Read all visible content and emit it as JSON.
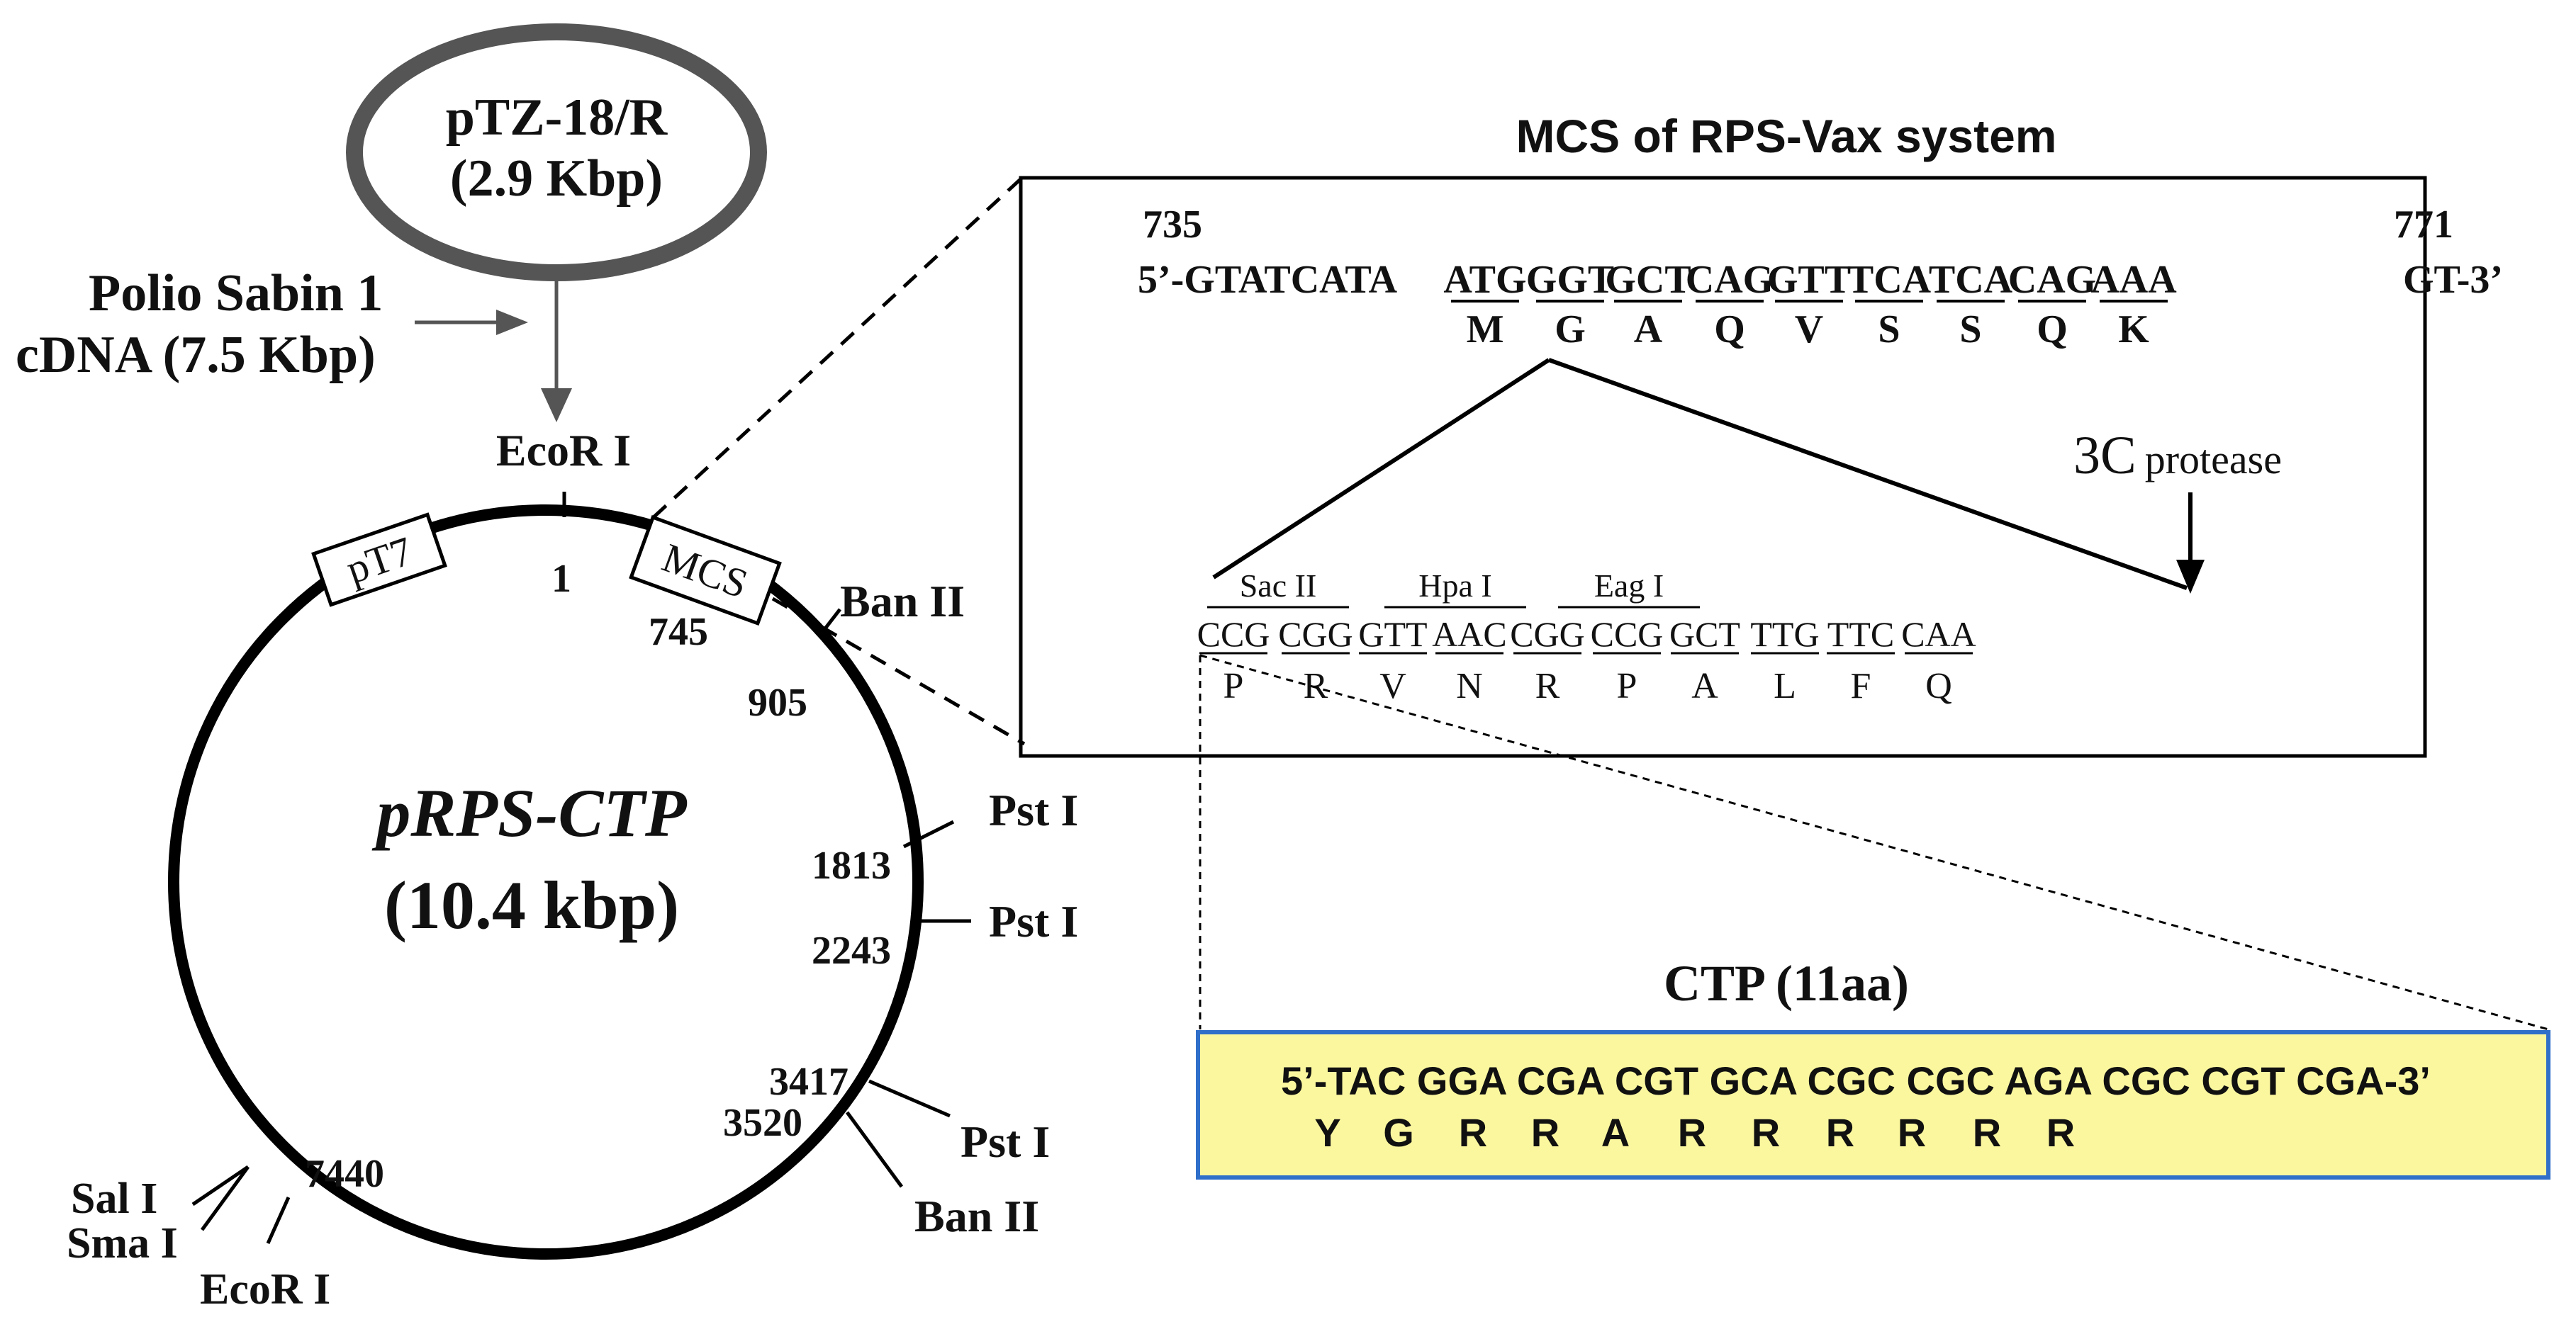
{
  "source_plasmid": {
    "name": "pTZ-18/R",
    "size": "(2.9 Kbp)"
  },
  "insert": {
    "line1": "Polio Sabin 1",
    "line2": "cDNA (7.5 Kbp)"
  },
  "plasmid": {
    "name": "pRPS-CTP",
    "size": "(10.4 kbp)"
  },
  "features": {
    "pT7": "pT7",
    "MCS": "MCS"
  },
  "sites": {
    "ecori_top": "EcoR I",
    "ori": "1",
    "pos745": "745",
    "banii_1": "Ban II",
    "pos905": "905",
    "psti_1": "Pst I",
    "pos1813": "1813",
    "psti_2": "Pst I",
    "pos2243": "2243",
    "pos3417": "3417",
    "pos3520": "3520",
    "psti_3": "Pst I",
    "banii_2": "Ban II",
    "pos7440": "7440",
    "sali": "Sal I",
    "smai": "Sma I",
    "ecori_bottom": "EcoR I"
  },
  "mcs_panel": {
    "title": "MCS of RPS-Vax system",
    "start_pos": "735",
    "end_pos": "771",
    "prefix": "5’-GTATCATA",
    "codons": [
      "ATG",
      "GGT",
      "GCT",
      "CAG",
      "GTT",
      "TCA",
      "TCA",
      "CAG",
      "AAA"
    ],
    "suffix": "GT-3’",
    "amino_acids": [
      "M",
      "G",
      "A",
      "Q",
      "V",
      "S",
      "S",
      "Q",
      "K"
    ],
    "protease_main": "3C",
    "protease_sub": "protease",
    "enzymes": [
      "Sac II",
      "Hpa I",
      "Eag I"
    ],
    "insert_codons": [
      "CCG",
      "CGG",
      "GTT",
      "AAC",
      "CGG",
      "CCG",
      "GCT",
      "TTG",
      "TTC",
      "CAA"
    ],
    "insert_aas": [
      "P",
      "R",
      "V",
      "N",
      "R",
      "P",
      "A",
      "L",
      "F",
      "Q"
    ]
  },
  "ctp": {
    "title": "CTP (11aa)",
    "sequence": "5’-TAC GGA CGA CGT GCA CGC CGC AGA CGC CGT CGA-3’",
    "aas": [
      "Y",
      "G",
      "R",
      "R",
      "A",
      "R",
      "R",
      "R",
      "R",
      "R",
      "R"
    ],
    "fill": "#fbf79f",
    "border": "#2f6fc9"
  }
}
